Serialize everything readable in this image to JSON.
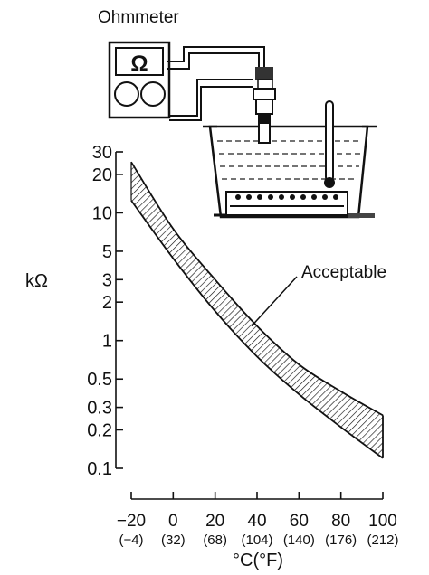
{
  "illustration": {
    "meter_label": "Ohmmeter",
    "meter_symbol": "Ω"
  },
  "chart_data": {
    "type": "area",
    "title": "",
    "ylabel": "kΩ",
    "xlabel": "°C(°F)",
    "y_scale": "log",
    "ylim": [
      0.1,
      30
    ],
    "xlim": [
      -20,
      100
    ],
    "y_ticks": [
      {
        "value": 30,
        "label": "30"
      },
      {
        "value": 20,
        "label": "20"
      },
      {
        "value": 10,
        "label": "10"
      },
      {
        "value": 5,
        "label": "5"
      },
      {
        "value": 3,
        "label": "3"
      },
      {
        "value": 2,
        "label": "2"
      },
      {
        "value": 1,
        "label": "1"
      },
      {
        "value": 0.5,
        "label": "0.5"
      },
      {
        "value": 0.3,
        "label": "0.3"
      },
      {
        "value": 0.2,
        "label": "0.2"
      },
      {
        "value": 0.1,
        "label": "0.1"
      }
    ],
    "x_ticks": [
      {
        "value": -20,
        "label": "−20",
        "sublabel": "(−4)"
      },
      {
        "value": 0,
        "label": "0",
        "sublabel": "(32)"
      },
      {
        "value": 20,
        "label": "20",
        "sublabel": "(68)"
      },
      {
        "value": 40,
        "label": "40",
        "sublabel": "(104)"
      },
      {
        "value": 60,
        "label": "60",
        "sublabel": "(140)"
      },
      {
        "value": 80,
        "label": "80",
        "sublabel": "(176)"
      },
      {
        "value": 100,
        "label": "100",
        "sublabel": "(212)"
      }
    ],
    "band": {
      "name": "Acceptable",
      "x": [
        -20,
        0,
        20,
        40,
        60,
        80,
        100
      ],
      "upper": [
        25,
        7.5,
        3.0,
        1.3,
        0.65,
        0.4,
        0.26
      ],
      "lower": [
        12.5,
        4.4,
        1.7,
        0.75,
        0.38,
        0.21,
        0.12
      ]
    },
    "annotation": {
      "text": "Acceptable",
      "x": 40,
      "y": 1.3
    },
    "grid": false,
    "colors": {
      "band_hatch": "#111111",
      "axis": "#111111"
    }
  }
}
